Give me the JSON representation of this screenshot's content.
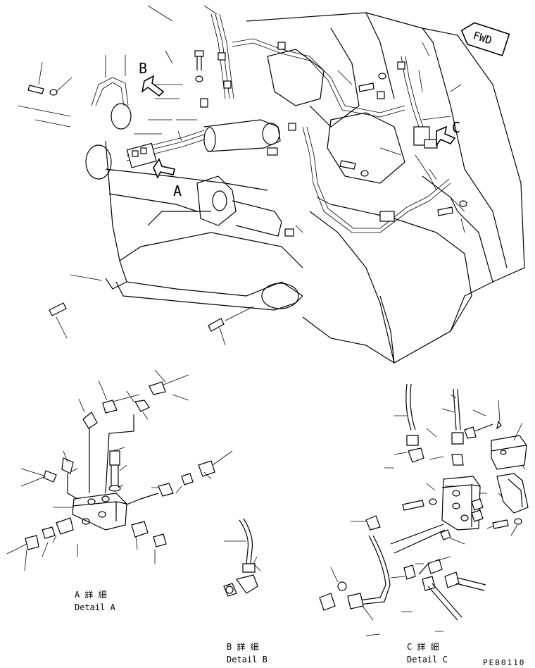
{
  "labels": {
    "callout_a": "A",
    "callout_b": "B",
    "callout_c": "C",
    "fwd": "FWD",
    "detail_a_jp": "A 詳 細",
    "detail_a_en": "Detail A",
    "detail_b_jp": "B 詳 細",
    "detail_b_en": "Detail B",
    "detail_c_jp": "C 詳 細",
    "detail_c_en": "Detail C",
    "drawing_code": "PEB0110"
  }
}
